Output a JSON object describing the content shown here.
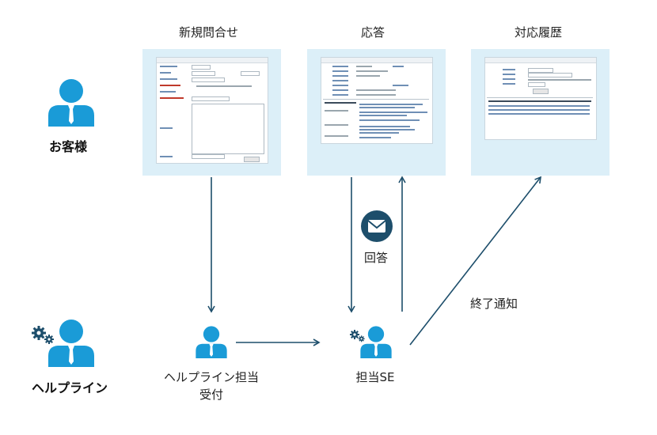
{
  "columns": {
    "new_inquiry": "新規問合せ",
    "response": "応答",
    "history": "対応履歴"
  },
  "actors": {
    "customer": "お客様",
    "helpline": "ヘルプライン",
    "reception_line1": "ヘルプライン担当",
    "reception_line2": "受付",
    "se": "担当SE"
  },
  "edges": {
    "reply": "回答",
    "completion": "終了通知"
  },
  "colors": {
    "person": "#1a9bd7",
    "arrow": "#1d4e6b",
    "panel": "#dceff8",
    "mail_circle": "#1d4e6b"
  },
  "icons": {
    "person": "person-icon",
    "gears": "gears-icon",
    "mail": "mail-icon"
  }
}
